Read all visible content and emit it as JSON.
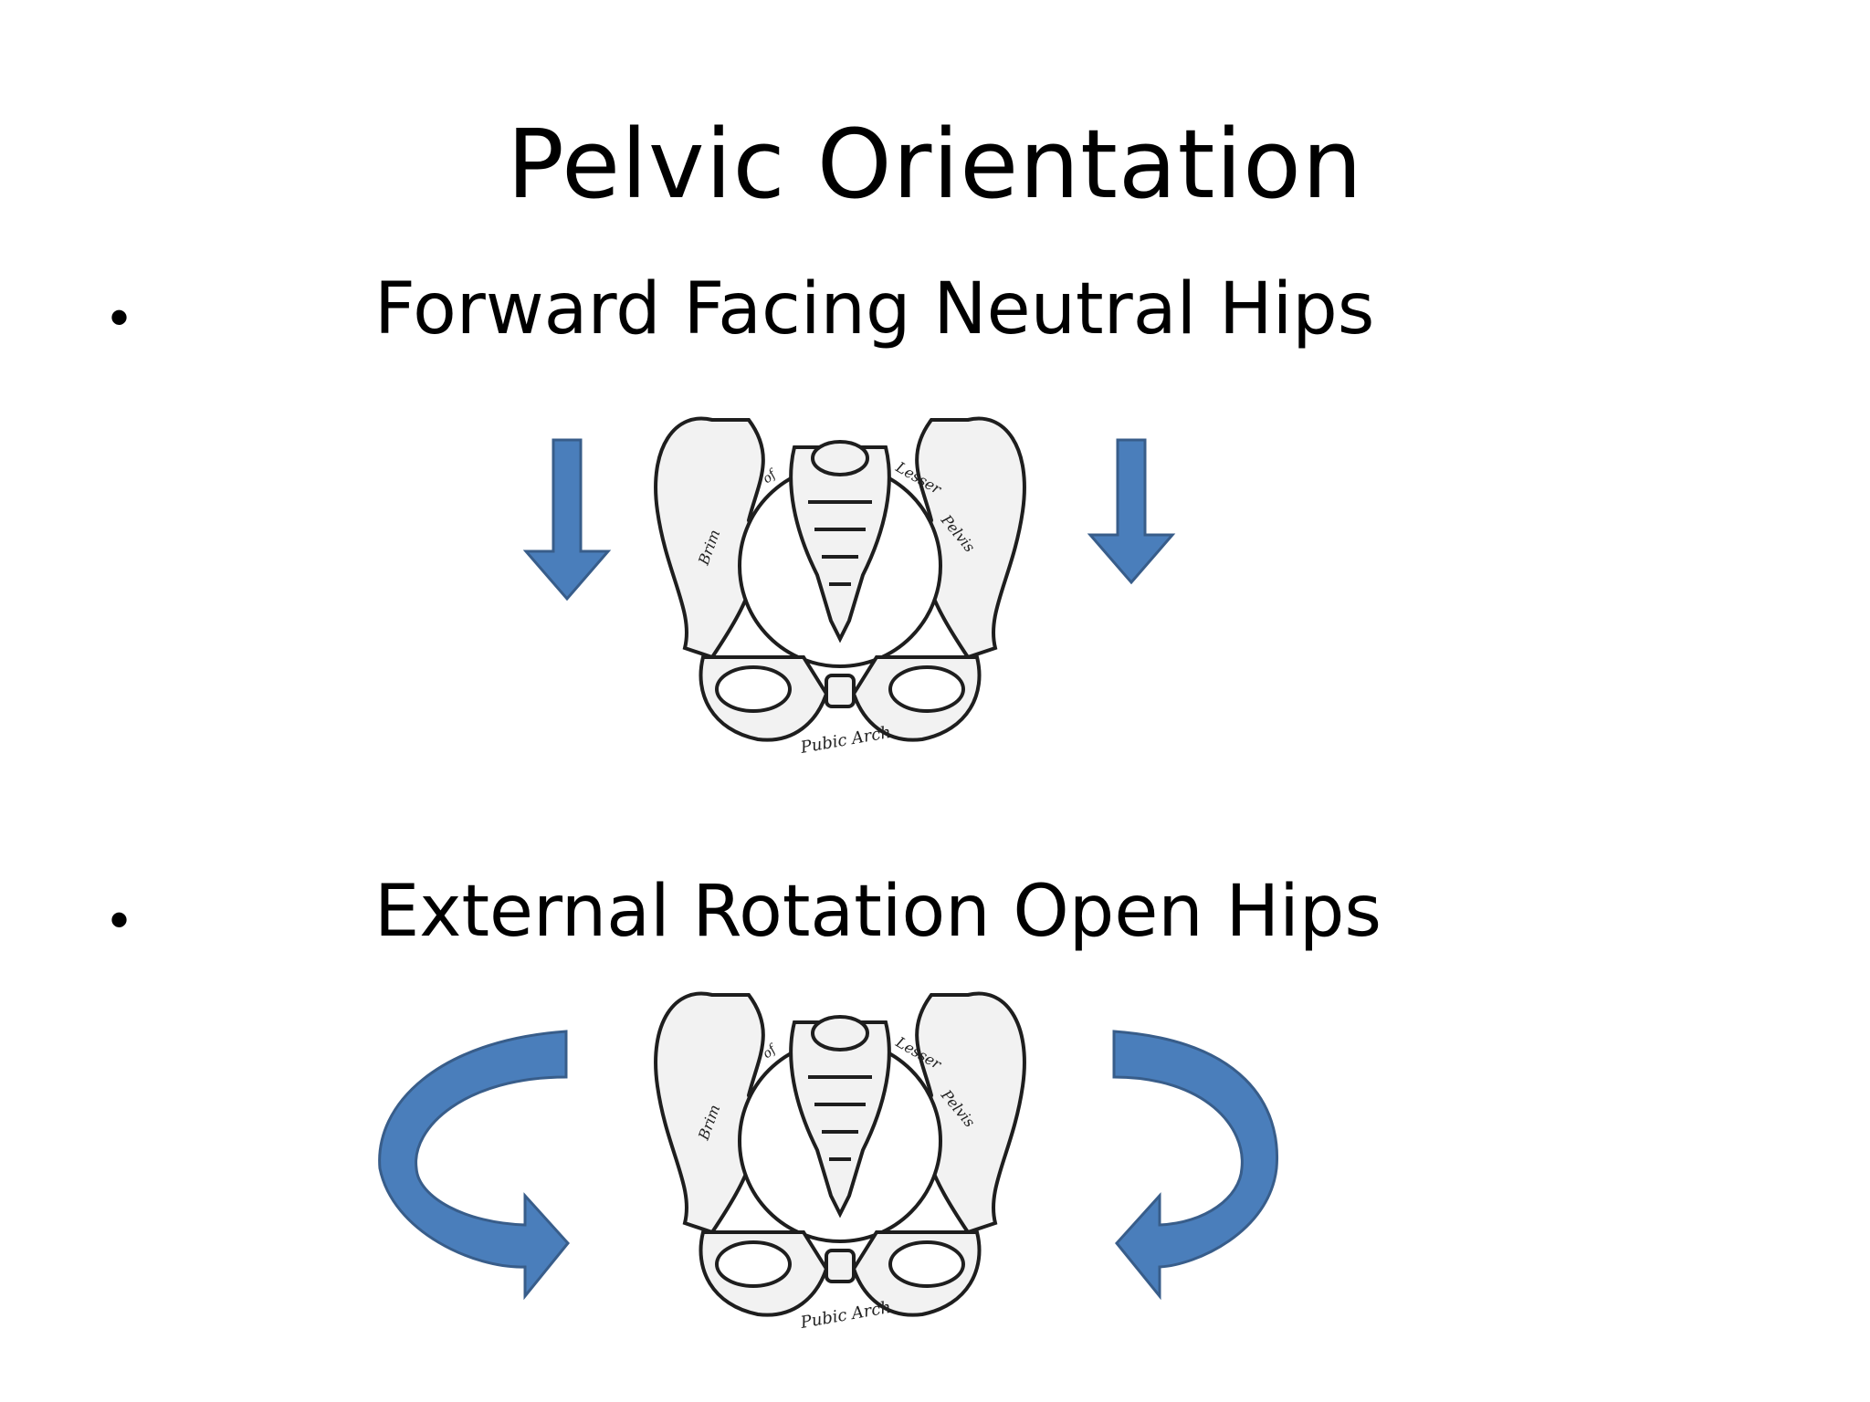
{
  "slide": {
    "title": "Pelvic Orientation",
    "bullets": [
      {
        "marker": "•",
        "text": "Forward Facing Neutral Hips",
        "arrows": "straight-down"
      },
      {
        "marker": "•",
        "text": "External Rotation Open Hips",
        "arrows": "curved-outward-rotation"
      }
    ],
    "pelvis_labels": {
      "brim": "Brim",
      "of": "of",
      "lesser": "Lesser",
      "pelvis": "Pelvis",
      "pubic_arch": "Pubic Arch"
    },
    "colors": {
      "arrow_fill": "#4a7ebb",
      "arrow_stroke": "#385d8a",
      "bone_fill": "#f2f2f2",
      "bone_stroke": "#1e1e1e"
    }
  }
}
